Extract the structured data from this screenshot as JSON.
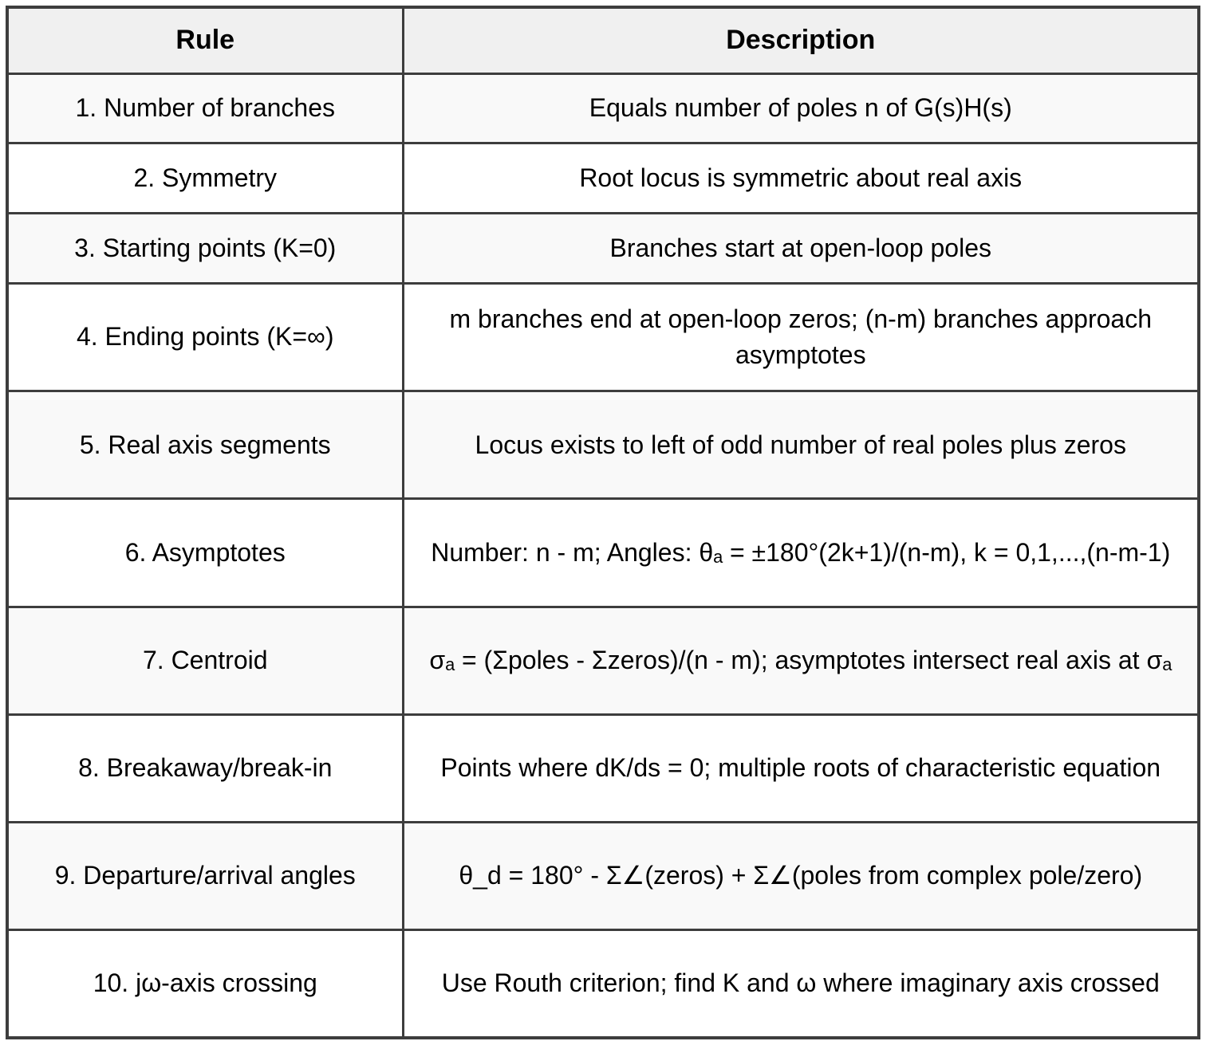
{
  "table": {
    "headers": [
      "Rule",
      "Description"
    ],
    "rows": [
      {
        "rule": "1. Number of branches",
        "description": "Equals number of poles n of G(s)H(s)"
      },
      {
        "rule": "2. Symmetry",
        "description": "Root locus is symmetric about real axis"
      },
      {
        "rule": "3. Starting points (K=0)",
        "description": "Branches start at open-loop poles"
      },
      {
        "rule": "4. Ending points (K=∞)",
        "description": "m branches end at open-loop zeros; (n-m) branches approach asymptotes"
      },
      {
        "rule": "5. Real axis segments",
        "description": "Locus exists to left of odd number of real poles plus zeros"
      },
      {
        "rule": "6. Asymptotes",
        "description": "Number: n - m; Angles: θₐ = ±180°(2k+1)/(n-m), k = 0,1,...,(n-m-1)"
      },
      {
        "rule": "7. Centroid",
        "description": "σₐ = (Σpoles - Σzeros)/(n - m); asymptotes intersect real axis at σₐ"
      },
      {
        "rule": "8. Breakaway/break-in",
        "description": "Points where dK/ds = 0; multiple roots of characteristic equation"
      },
      {
        "rule": "9. Departure/arrival angles",
        "description": "θ_d = 180° - Σ∠(zeros) + Σ∠(poles from complex pole/zero)"
      },
      {
        "rule": "10. jω-axis crossing",
        "description": "Use Routh criterion; find K and ω where imaginary axis crossed"
      }
    ]
  },
  "colors": {
    "border": "#3d3d3d",
    "header_bg": "#f0f0f0",
    "row_alt_bg": "#f9f9f9",
    "row_bg": "#ffffff",
    "text": "#000000"
  }
}
